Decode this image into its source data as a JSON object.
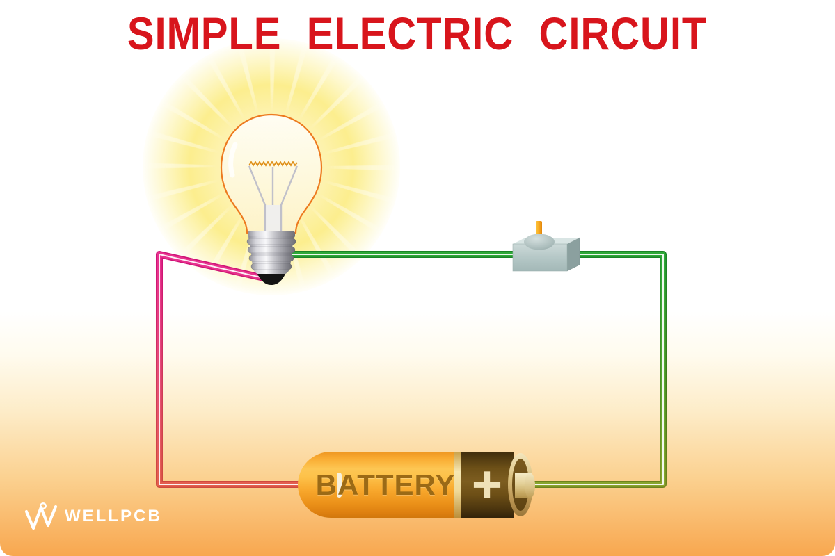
{
  "title": {
    "text": "SIMPLE ELECTRIC CIRCUIT",
    "color": "#d8151c"
  },
  "logo": {
    "text": "WELLPCB"
  },
  "battery": {
    "label": "BATTERY",
    "positive_label": "+",
    "negative_mark": "|"
  },
  "components": [
    {
      "name": "light-bulb",
      "state": "lit"
    },
    {
      "name": "switch",
      "state": "closed"
    },
    {
      "name": "battery",
      "label": "BATTERY"
    }
  ],
  "colors": {
    "title_red": "#d8151c",
    "wire_negative_pink": "#e7328f",
    "wire_negative_fade": "#e35f4e",
    "wire_positive_green": "#2fa838",
    "wire_positive_fade": "#8aa52e",
    "glow_yellow": "#fcee8e",
    "battery_orange": "#f9ab31",
    "battery_cap_brown": "#6d5017",
    "switch_body_gray": "#b8cbca",
    "switch_lever_orange": "#f5a31c",
    "background_bottom": "#f8a74f"
  }
}
